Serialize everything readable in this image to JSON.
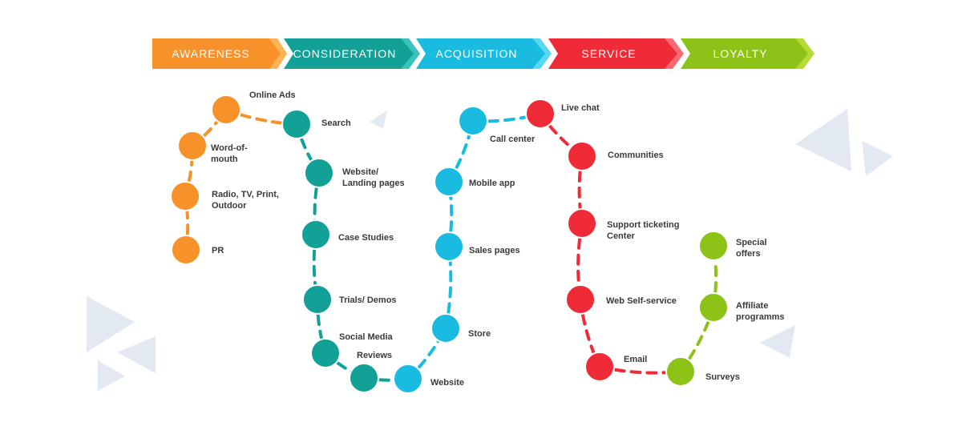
{
  "stages": [
    {
      "label": "AWARENESS",
      "color": "#F7922A",
      "light": "#FBB356"
    },
    {
      "label": "CONSIDERATION",
      "color": "#13A096",
      "light": "#3CC3B9"
    },
    {
      "label": "ACQUISITION",
      "color": "#19BCE0",
      "light": "#5BD6EE"
    },
    {
      "label": "SERVICE",
      "color": "#EE2B37",
      "light": "#F66A70"
    },
    {
      "label": "LOYALTY",
      "color": "#8DC217",
      "light": "#B5DC34"
    }
  ],
  "decoration_color": "#E3E9F0",
  "touchpoints": {
    "awareness": [
      {
        "lines": [
          "PR"
        ]
      },
      {
        "lines": [
          "Radio, TV, Print,",
          "Outdoor"
        ]
      },
      {
        "lines": [
          "Word-of-",
          "mouth"
        ]
      },
      {
        "lines": [
          "Online Ads"
        ]
      }
    ],
    "consideration": [
      {
        "lines": [
          "Search"
        ]
      },
      {
        "lines": [
          "Website/",
          "Landing pages"
        ]
      },
      {
        "lines": [
          "Case Studies"
        ]
      },
      {
        "lines": [
          "Trials/ Demos"
        ]
      },
      {
        "lines": [
          "Social Media"
        ]
      },
      {
        "lines": [
          "Reviews"
        ]
      }
    ],
    "acquisition": [
      {
        "lines": [
          "Website"
        ]
      },
      {
        "lines": [
          "Store"
        ]
      },
      {
        "lines": [
          "Sales pages"
        ]
      },
      {
        "lines": [
          "Mobile app"
        ]
      },
      {
        "lines": [
          "Call center"
        ]
      }
    ],
    "service": [
      {
        "lines": [
          "Live chat"
        ]
      },
      {
        "lines": [
          "Communities"
        ]
      },
      {
        "lines": [
          "Support ticketing",
          "Center"
        ]
      },
      {
        "lines": [
          "Web Self-service"
        ]
      },
      {
        "lines": [
          "Email"
        ]
      }
    ],
    "loyalty": [
      {
        "lines": [
          "Surveys"
        ]
      },
      {
        "lines": [
          "Affiliate",
          "programms"
        ]
      },
      {
        "lines": [
          "Special",
          "offers"
        ]
      }
    ]
  }
}
